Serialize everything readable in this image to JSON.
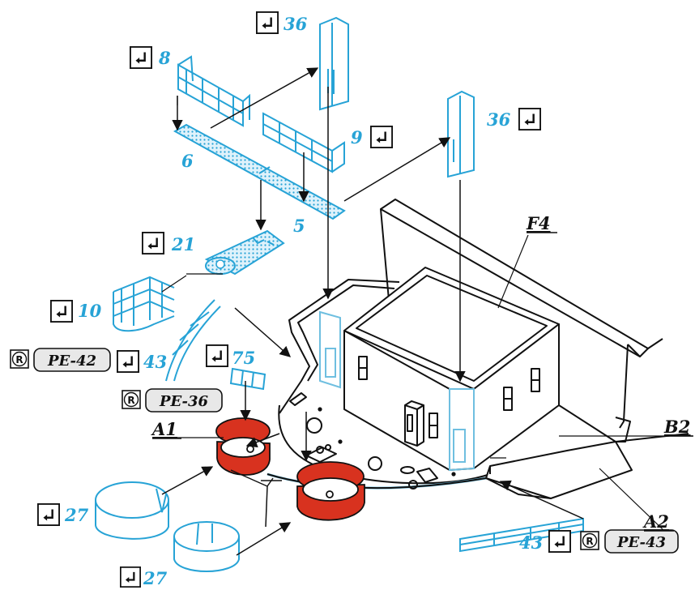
{
  "colors": {
    "photo_etch_blue": "#27a3d6",
    "hull_red": "#d8321f",
    "line_black": "#111111",
    "pe_tag_fill": "#e8e8e8"
  },
  "icons": {
    "check": "return-arrow-icon",
    "resin": "circled-r-icon"
  },
  "part_numbers": {
    "p36_top": "36",
    "p8": "8",
    "p36_right": "36",
    "p9": "9",
    "p6": "6",
    "p5": "5",
    "p21": "21",
    "p10": "10",
    "p43_left": "43",
    "p75": "75",
    "p27_a": "27",
    "p27_b": "27",
    "p43_bottom": "43"
  },
  "assembly_labels": {
    "f4": "F4",
    "a1": "A1",
    "b2": "B2",
    "a2": "A2"
  },
  "pe_tags": {
    "pe42": "PE-42",
    "pe36": "PE-36",
    "pe43": "PE-43"
  },
  "resin_symbol": "R"
}
